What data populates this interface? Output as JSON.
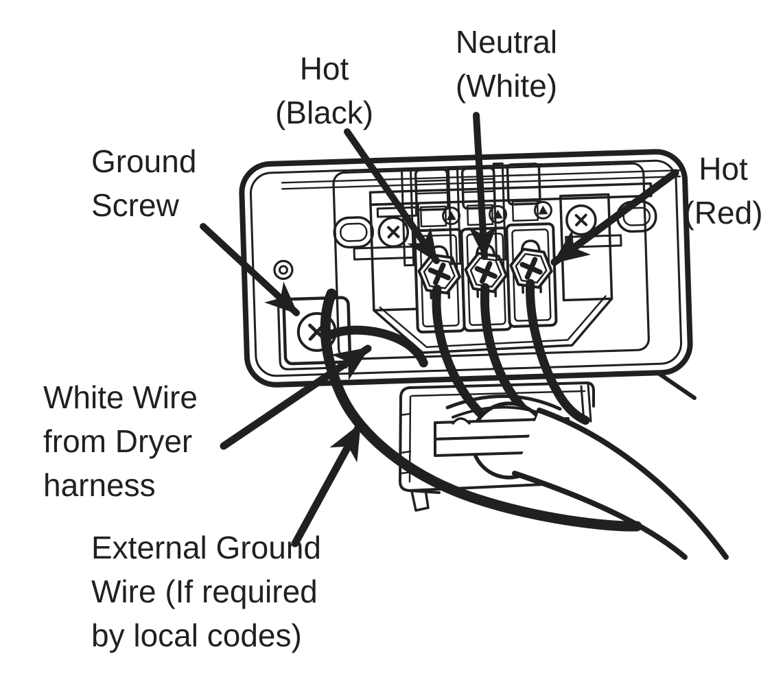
{
  "figure": {
    "description": "Dryer terminal block wiring diagram",
    "background_color": "#ffffff",
    "ink_color": "#221f1f"
  },
  "labels": {
    "hot_black": {
      "lines": [
        "Hot",
        "(Black)"
      ]
    },
    "neutral_white": {
      "lines": [
        "Neutral",
        "(White)"
      ]
    },
    "hot_red": {
      "lines": [
        "Hot",
        "(Red)"
      ]
    },
    "ground_screw": {
      "lines": [
        "Ground",
        "Screw"
      ]
    },
    "white_wire": {
      "lines": [
        "White Wire",
        "from Dryer",
        "harness"
      ]
    },
    "external_ground": {
      "lines": [
        "External Ground",
        "Wire (If required",
        "by local codes)"
      ]
    }
  }
}
